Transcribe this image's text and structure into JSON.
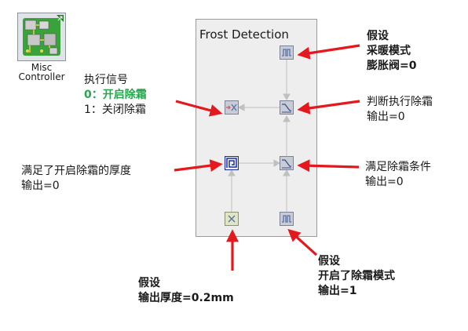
{
  "component": {
    "label_line1": "Misc",
    "label_line2": "Controller",
    "icon": "circuit-board-icon"
  },
  "block": {
    "title": "Frost Detection",
    "blocks": [
      {
        "id": "heat-mode-const",
        "icon": "pulse-wave-icon"
      },
      {
        "id": "defrost-judge",
        "icon": "ramp-icon"
      },
      {
        "id": "defrost-output",
        "icon": "x-output-icon"
      },
      {
        "id": "frost-thickness-compare",
        "icon": "square-spiral-icon"
      },
      {
        "id": "defrost-condition",
        "icon": "ramp-icon"
      },
      {
        "id": "thickness-input",
        "icon": "x-input-icon"
      },
      {
        "id": "defrost-mode-const",
        "icon": "pulse-wave-icon"
      }
    ]
  },
  "annotations": {
    "execute_signal": {
      "title": "执行信号",
      "opt0": "0：开启除霜",
      "opt1": "1：关闭除霜"
    },
    "assume_heat": {
      "l1": "假设",
      "l2": "采暖模式",
      "l3": "膨胀阀=0"
    },
    "judge": {
      "l1": "判断执行除霜",
      "l2": "输出=0"
    },
    "thickness_met": {
      "l1": "满足了开启除霜的厚度",
      "l2": "输出=0"
    },
    "condition_met": {
      "l1": "满足除霜条件",
      "l2": "输出=0"
    },
    "assume_thickness": {
      "l1": "假设",
      "l2": "输出厚度=0.2mm"
    },
    "assume_defrost": {
      "l1": "假设",
      "l2": "开启了除霜模式",
      "l3": "输出=1"
    }
  },
  "colors": {
    "arrow": "#e5181d",
    "highlight": "#22a84a",
    "connector": "#c0c0c0"
  }
}
